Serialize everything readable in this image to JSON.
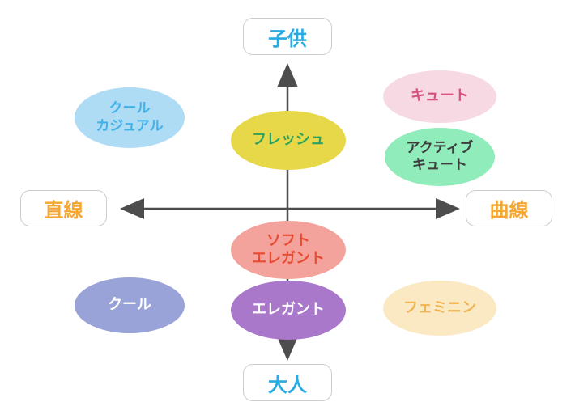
{
  "axes": {
    "top_label": "子供",
    "bottom_label": "大人",
    "left_label": "直線",
    "right_label": "曲線"
  },
  "colors": {
    "axis_line": "#4d4d4d",
    "vertical_label": "#29abe2",
    "horizontal_label": "#f5a733",
    "box_border": "#cccccc",
    "background": "#ffffff"
  },
  "ellipses": [
    {
      "name": "cool-casual",
      "label": "クール\nカジュアル",
      "fill": "#aedcf5",
      "text_color": "#41b1e8",
      "quadrant": "top-left"
    },
    {
      "name": "fresh",
      "label": "フレッシュ",
      "fill": "#e7d84a",
      "text_color": "#2ea05f",
      "quadrant": "top-center"
    },
    {
      "name": "cute",
      "label": "キュート",
      "fill": "#f7d9e4",
      "text_color": "#d94f7e",
      "quadrant": "top-right"
    },
    {
      "name": "active-cute",
      "label": "アクティブ\nキュート",
      "fill": "#90ecba",
      "text_color": "#3d3d3d",
      "quadrant": "top-right"
    },
    {
      "name": "soft-elegant",
      "label": "ソフト\nエレガント",
      "fill": "#f4a39c",
      "text_color": "#e84b33",
      "quadrant": "center-bottom"
    },
    {
      "name": "cool",
      "label": "クール",
      "fill": "#9aa3d8",
      "text_color": "#ffffff",
      "quadrant": "bottom-left"
    },
    {
      "name": "elegant",
      "label": "エレガント",
      "fill": "#a978ca",
      "text_color": "#ffffff",
      "quadrant": "bottom-center"
    },
    {
      "name": "feminine",
      "label": "フェミニン",
      "fill": "#fbe9c4",
      "text_color": "#f0b452",
      "quadrant": "bottom-right"
    }
  ]
}
